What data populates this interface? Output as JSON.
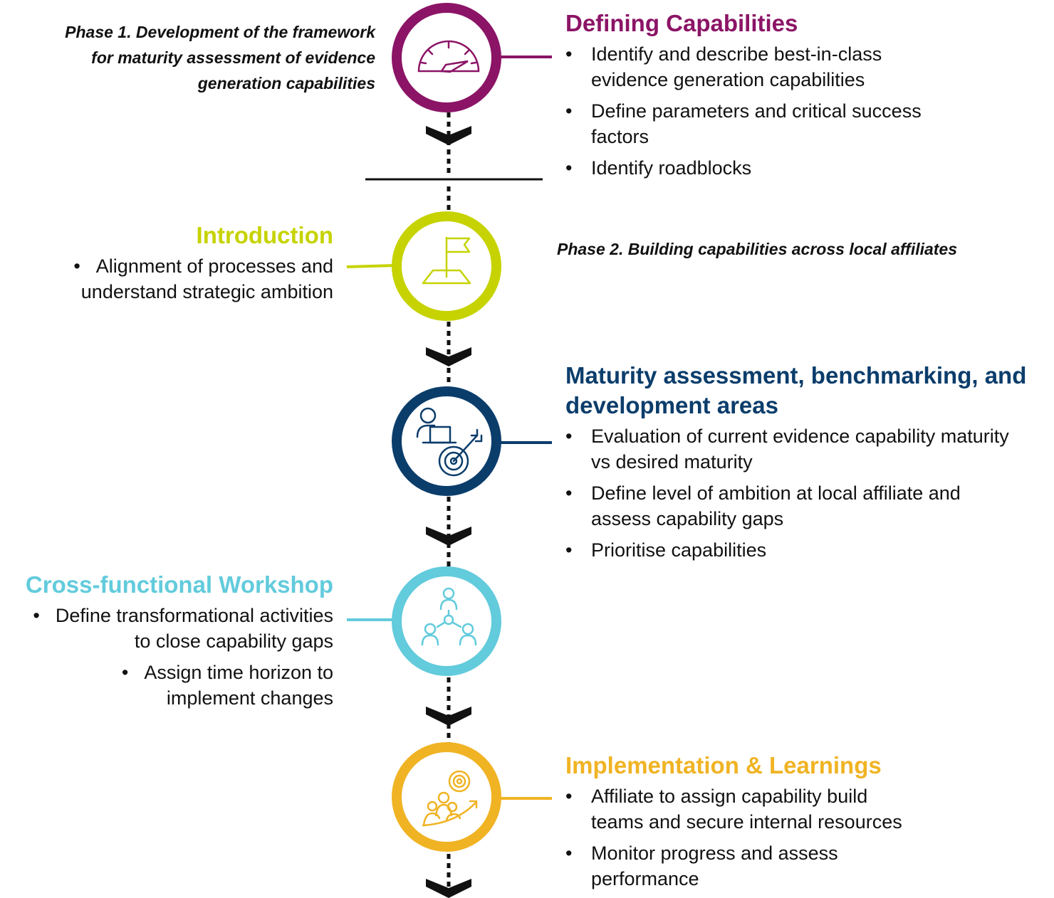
{
  "phase1_caption": {
    "line1": "Phase 1. Development of the framework",
    "line2": "for maturity assessment of evidence",
    "line3": "generation capabilities"
  },
  "phase2_caption": "Phase 2. Building capabilities across local affiliates",
  "steps": [
    {
      "title": "Defining Capabilities",
      "color": "#8b1466",
      "icon": "speedometer-icon",
      "side": "right",
      "bullets": [
        [
          "Identify and describe best-in-class",
          "evidence generation capabilities"
        ],
        [
          "Define parameters and critical success",
          "factors"
        ],
        [
          "Identify roadblocks"
        ]
      ]
    },
    {
      "title": "Introduction",
      "color": "#c6d300",
      "icon": "flag-icon",
      "side": "left",
      "bullets": [
        [
          "Alignment of processes and",
          "understand strategic ambition"
        ]
      ]
    },
    {
      "title_line1": "Maturity assessment, benchmarking, and",
      "title_line2": "development areas",
      "color": "#0b3d6b",
      "icon": "person-target-icon",
      "side": "right",
      "bullets": [
        [
          "Evaluation of current evidence capability maturity",
          "vs desired maturity"
        ],
        [
          "Define level of ambition at local affiliate and",
          "assess capability gaps"
        ],
        [
          "Prioritise capabilities"
        ]
      ]
    },
    {
      "title": "Cross-functional Workshop",
      "color": "#62cbdc",
      "icon": "team-network-icon",
      "side": "left",
      "bullets": [
        [
          "Define transformational activities",
          "to close capability gaps"
        ],
        [
          "Assign time horizon to",
          "implement changes"
        ]
      ]
    },
    {
      "title": "Implementation & Learnings",
      "color": "#f0b323",
      "icon": "team-growth-icon",
      "side": "right",
      "bullets": [
        [
          "Affiliate to assign capability build",
          "teams and secure internal resources"
        ],
        [
          "Monitor progress and assess",
          "performance"
        ]
      ]
    }
  ]
}
